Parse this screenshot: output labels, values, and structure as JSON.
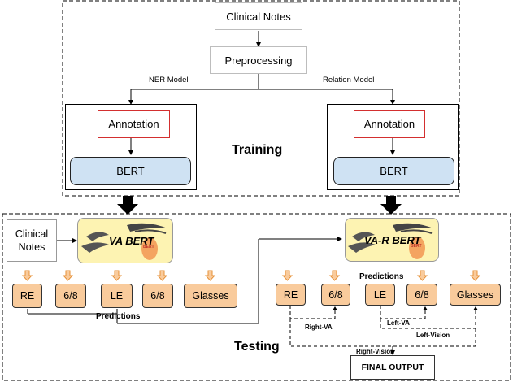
{
  "training": {
    "title": "Training",
    "clinical_notes": "Clinical Notes",
    "preprocessing": "Preprocessing",
    "ner_label": "NER Model",
    "relation_label": "Relation Model",
    "annotation_left": "Annotation",
    "annotation_right": "Annotation",
    "bert_left": "BERT",
    "bert_right": "BERT"
  },
  "testing": {
    "title": "Testing",
    "clinical_notes_line1": "Clinical",
    "clinical_notes_line2": "Notes",
    "va_bert": "VA BERT",
    "var_bert": "VA-R BERT",
    "logo_badge": "BERT",
    "left_predictions": [
      "RE",
      "6/8",
      "LE",
      "6/8",
      "Glasses"
    ],
    "right_predictions": [
      "RE",
      "6/8",
      "LE",
      "6/8",
      "Glasses"
    ],
    "predictions_label_left": "Predictions",
    "predictions_label_right": "Predictions",
    "relations": {
      "right_va": "Right-VA",
      "left_va": "Left-VA",
      "left_vision": "Left-Vision",
      "right_vision": "Right-Vision"
    },
    "final_output": "FINAL OUTPUT"
  }
}
